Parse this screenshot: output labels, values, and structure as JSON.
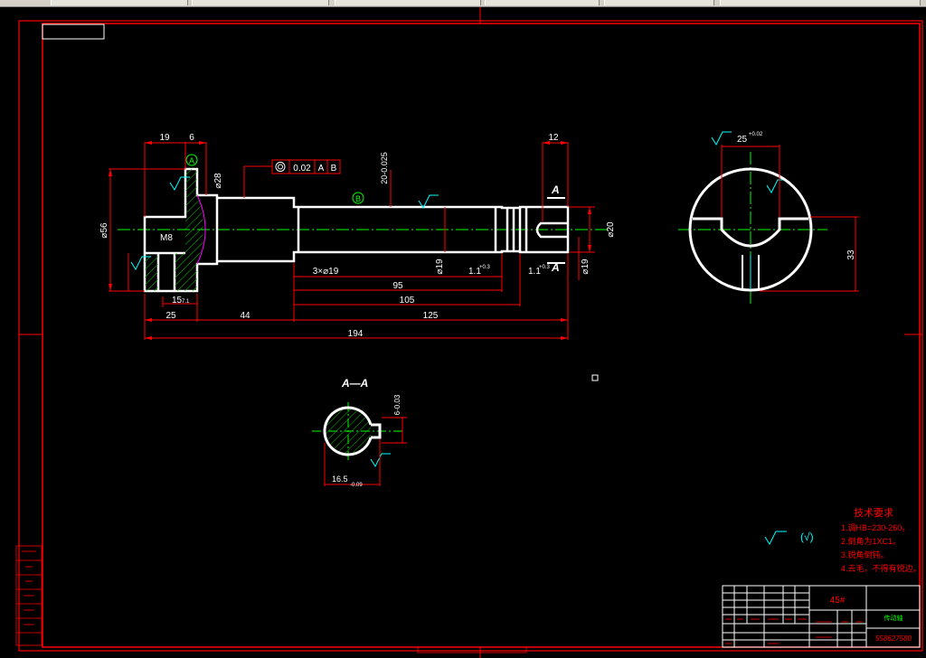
{
  "toolbar": {
    "tabs": [
      "",
      "",
      "",
      "",
      "",
      ""
    ]
  },
  "drawing": {
    "dims": {
      "d19": "19",
      "d6": "6",
      "d12": "12",
      "dia28": "⌀28",
      "dia56": "⌀56",
      "dia19a": "⌀19",
      "dia20": "⌀20",
      "dia19b": "⌀19",
      "m8": "M8",
      "d20tol": "20-0.025",
      "g3x19": "3×⌀19",
      "d95": "95",
      "d105": "105",
      "d25": "25",
      "d44": "44",
      "d125": "125",
      "d194": "194",
      "d15": "15",
      "d15t": "7.1",
      "g11a": "1.1",
      "g11a_t": "+0.3",
      "g11b": "1.1",
      "g11b_t": "+0.3",
      "key": "25",
      "key_tol": "+0.02",
      "d33": "33",
      "sec_w": "16.5",
      "sec_w_tol": "-0.09",
      "sec_h": "6-0.03"
    },
    "markers": {
      "a": "A",
      "b": "B"
    },
    "geo_tol": {
      "val": "0.02",
      "ref1": "A",
      "ref2": "B"
    },
    "section_label": "A—A",
    "arrow_label": "A",
    "roughness_note": "(√)",
    "tech_req": {
      "title": "技术要求",
      "items": [
        "1.调HB=230-260。",
        "2.倒角为1XC1。",
        "3.锐角倒钝。",
        "4.去毛，不得有锐边。"
      ]
    },
    "title_block": {
      "material": "45#",
      "part_name": "传动轴",
      "drawing_no": "558627580"
    }
  }
}
